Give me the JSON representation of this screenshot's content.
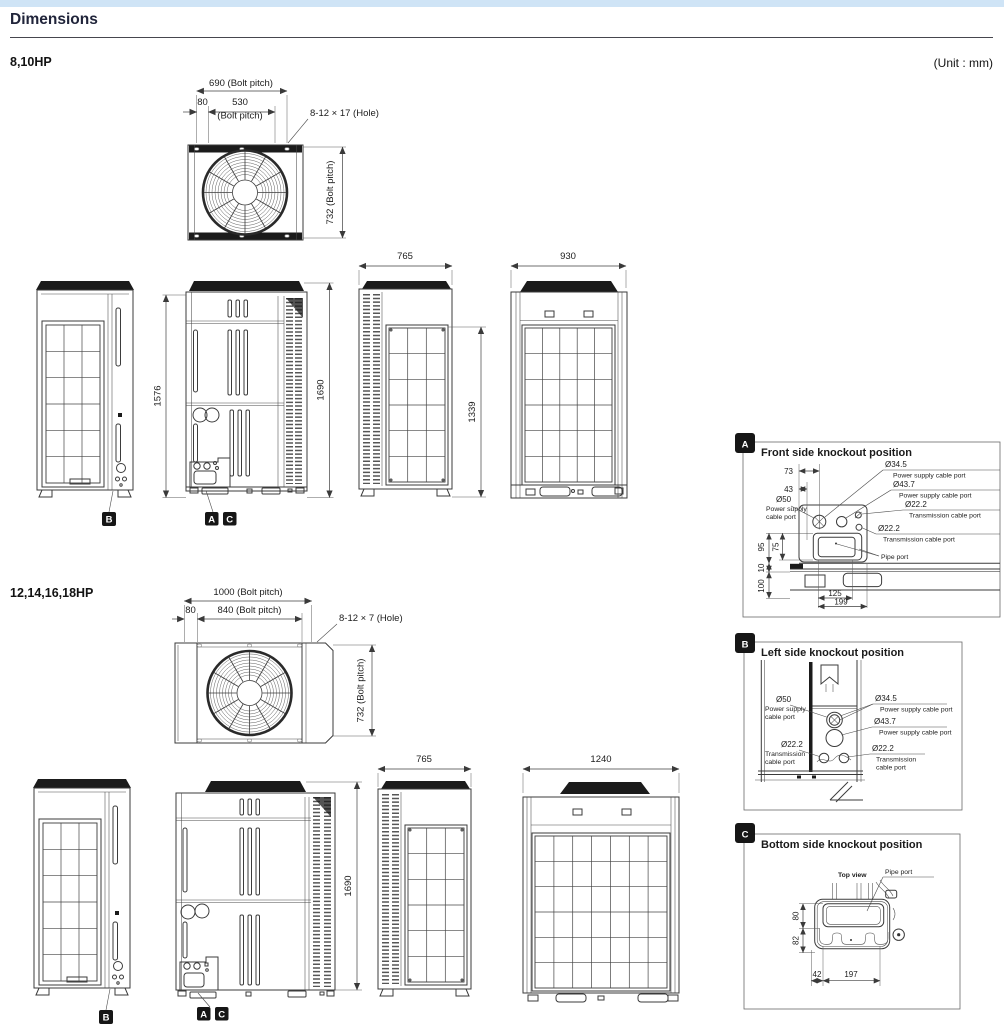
{
  "page": {
    "title": "Dimensions",
    "unit_note": "(Unit : mm)"
  },
  "s1": {
    "label": "8,10HP",
    "top": {
      "pitch_w": "690 (Bolt pitch)",
      "off": "80",
      "inner": "530",
      "inner_note": "(Bolt pitch)",
      "hole": "8-12 × 17 (Hole)",
      "pitch_h": "732 (Bolt pitch)"
    },
    "front": {
      "body_h": "1576",
      "total_h": "1690"
    },
    "side": {
      "w": "765",
      "coil_h": "1339"
    },
    "rear": {
      "w": "930"
    }
  },
  "s2": {
    "label": "12,14,16,18HP",
    "top": {
      "pitch_w": "1000 (Bolt pitch)",
      "off": "80",
      "inner": "840 (Bolt pitch)",
      "hole": "8-12 × 7 (Hole)",
      "pitch_h": "732 (Bolt pitch)"
    },
    "front": {
      "total_h": "1690"
    },
    "side": {
      "w": "765"
    },
    "rear": {
      "w": "1240"
    }
  },
  "tags": {
    "a": "A",
    "b": "B",
    "c": "C"
  },
  "strings": {
    "power": "Power supply cable port",
    "trans": "Transmission cable port",
    "power1": "Power supply",
    "trans1": "Transmission",
    "cable2": "cable port",
    "pipe": "Pipe port"
  },
  "box_a": {
    "title": "Front side knockout position",
    "d50": "Ø50",
    "d345": "Ø34.5",
    "d437": "Ø43.7",
    "d222": "Ø22.2",
    "n73": "73",
    "n43": "43",
    "n95": "95",
    "n75": "75",
    "n10": "10",
    "n100": "100",
    "n125": "125",
    "n199": "199"
  },
  "box_b": {
    "title": "Left side knockout position",
    "d50": "Ø50",
    "d345": "Ø34.5",
    "d437": "Ø43.7",
    "d222": "Ø22.2"
  },
  "box_c": {
    "title": "Bottom side knockout position",
    "top_view": "Top view",
    "n80": "80",
    "n82": "82",
    "n42": "42",
    "n197": "197"
  },
  "colors": {
    "accent_bar": "#cfe4f6",
    "title_text": "#20243a",
    "line_art": "#3b3b3b",
    "tag_bg": "#161616"
  }
}
